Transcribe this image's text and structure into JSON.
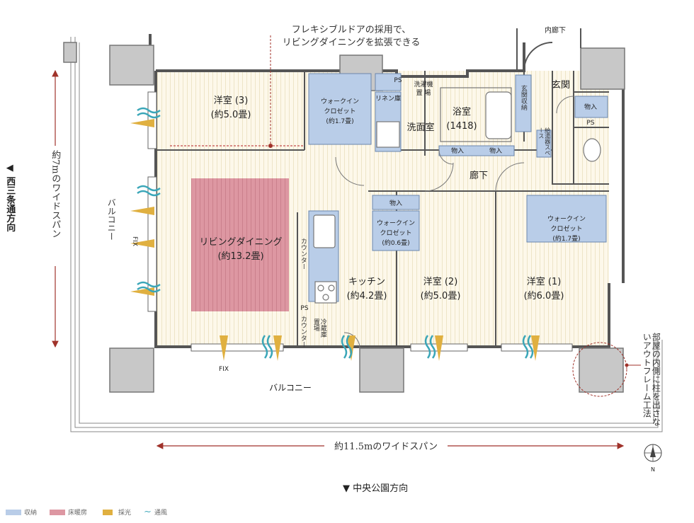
{
  "callouts": {
    "flex_door_line1": "フレキシブルドアの採用で、",
    "flex_door_line2": "リビングダイニングを拡張できる",
    "outframe": "部屋の内側に柱を出さないアウトフレーム工法"
  },
  "directions": {
    "west": "◀ 西三条通方向",
    "south": "▼ 中央公園方向"
  },
  "spans": {
    "horizontal": "約11.5mのワイドスパン",
    "vertical": "約7mのワイドスパン"
  },
  "rooms": {
    "western3": {
      "name": "洋室 (3)",
      "size": "(約5.0畳)"
    },
    "living": {
      "name": "リビングダイニング",
      "size": "(約13.2畳)"
    },
    "kitchen": {
      "name": "キッチン",
      "size": "(約4.2畳)"
    },
    "western2": {
      "name": "洋室 (2)",
      "size": "(約5.0畳)"
    },
    "western1": {
      "name": "洋室 (1)",
      "size": "(約6.0畳)"
    },
    "bath": {
      "name": "浴室",
      "size": "(1418)"
    },
    "washroom": {
      "name": "洗面室"
    },
    "corridor": {
      "name": "廊下"
    },
    "entrance": {
      "name": "玄関"
    },
    "inner_corridor": {
      "name": "内廊下"
    }
  },
  "storage": {
    "wic3": {
      "l1": "ウォークイン",
      "l2": "クロゼット",
      "l3": "(約1.7畳)"
    },
    "wic2": {
      "l1": "ウォークイン",
      "l2": "クロゼット",
      "l3": "(約0.6畳)"
    },
    "wic1": {
      "l1": "ウォークイン",
      "l2": "クロゼット",
      "l3": "(約1.7畳)"
    },
    "linen": "リネン庫",
    "laundry_l1": "洗濯機",
    "laundry_l2": "置 場",
    "ps": "PS",
    "monoire": "物入",
    "genkan_storage": "玄関収納",
    "water_heater": "給湯器スペース",
    "counter": "カウンター",
    "fridge": "冷蔵庫置場"
  },
  "balcony": "バルコニー",
  "fix": "FIX",
  "fix_vertical": "FIX",
  "compass": "N",
  "legend": {
    "storage": "収納",
    "floor_heating": "床暖房",
    "light": "採光",
    "ventilation": "通風"
  },
  "colors": {
    "storage": "#b9cde8",
    "floor_heating": "#d9919c",
    "light": "#e0b040",
    "ventilation": "#3aa6b8",
    "wall": "#555555",
    "column": "#c8c8c8",
    "floor": "#fbf6e6",
    "callout": "#a0322a"
  }
}
